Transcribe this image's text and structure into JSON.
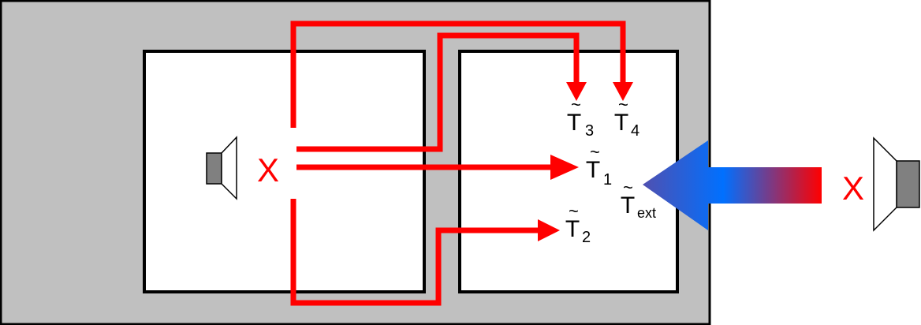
{
  "colors": {
    "panel": "#c0c0c0",
    "room": "#ffffff",
    "outline": "#000000",
    "path": "#ff0000",
    "speaker_body": "#808080",
    "gradient_mid": "#0070ff",
    "gradient_end": "#ff0000",
    "gradient_start": "#5050b0"
  },
  "source_mark": "X",
  "external_mark": "X",
  "labels": {
    "t1": {
      "base": "T",
      "sub": "1"
    },
    "t2": {
      "base": "T",
      "sub": "2"
    },
    "t3": {
      "base": "T",
      "sub": "3"
    },
    "t4": {
      "base": "T",
      "sub": "4"
    },
    "text": {
      "base": "T",
      "sub": "ext"
    }
  },
  "icons": {
    "left_speaker": "speaker-icon",
    "right_speaker": "speaker-icon"
  }
}
